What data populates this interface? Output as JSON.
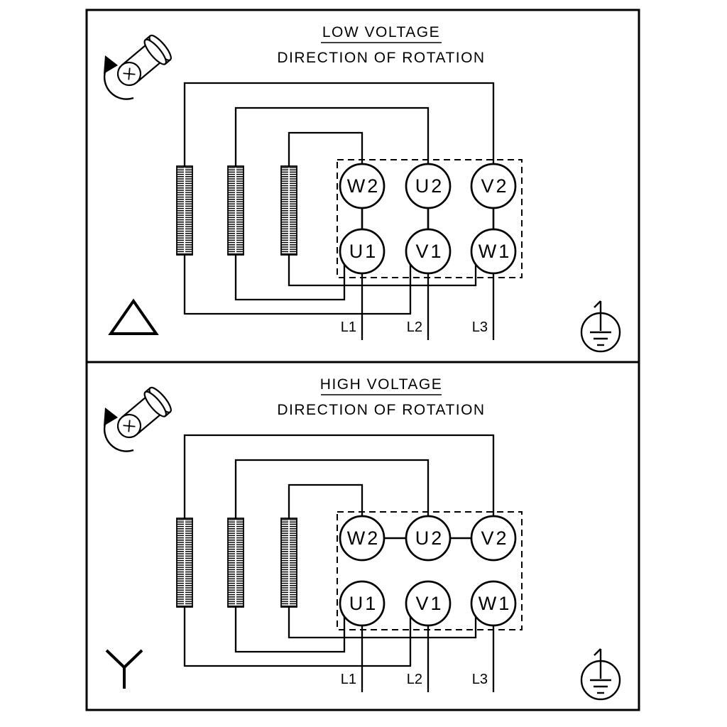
{
  "page": {
    "background": "#ffffff",
    "line_color": "#000000"
  },
  "panels": [
    {
      "title": "LOW VOLTAGE",
      "subtitle": "DIRECTION OF ROTATION",
      "connection": "delta",
      "terminals": {
        "top": [
          "W2",
          "U2",
          "V2"
        ],
        "bottom": [
          "U1",
          "V1",
          "W1"
        ]
      },
      "supply_labels": [
        "L1",
        "L2",
        "L3"
      ]
    },
    {
      "title": "HIGH VOLTAGE",
      "subtitle": "DIRECTION OF ROTATION",
      "connection": "star",
      "terminals": {
        "top": [
          "W2",
          "U2",
          "V2"
        ],
        "bottom": [
          "U1",
          "V1",
          "W1"
        ]
      },
      "supply_labels": [
        "L1",
        "L2",
        "L3"
      ]
    }
  ]
}
